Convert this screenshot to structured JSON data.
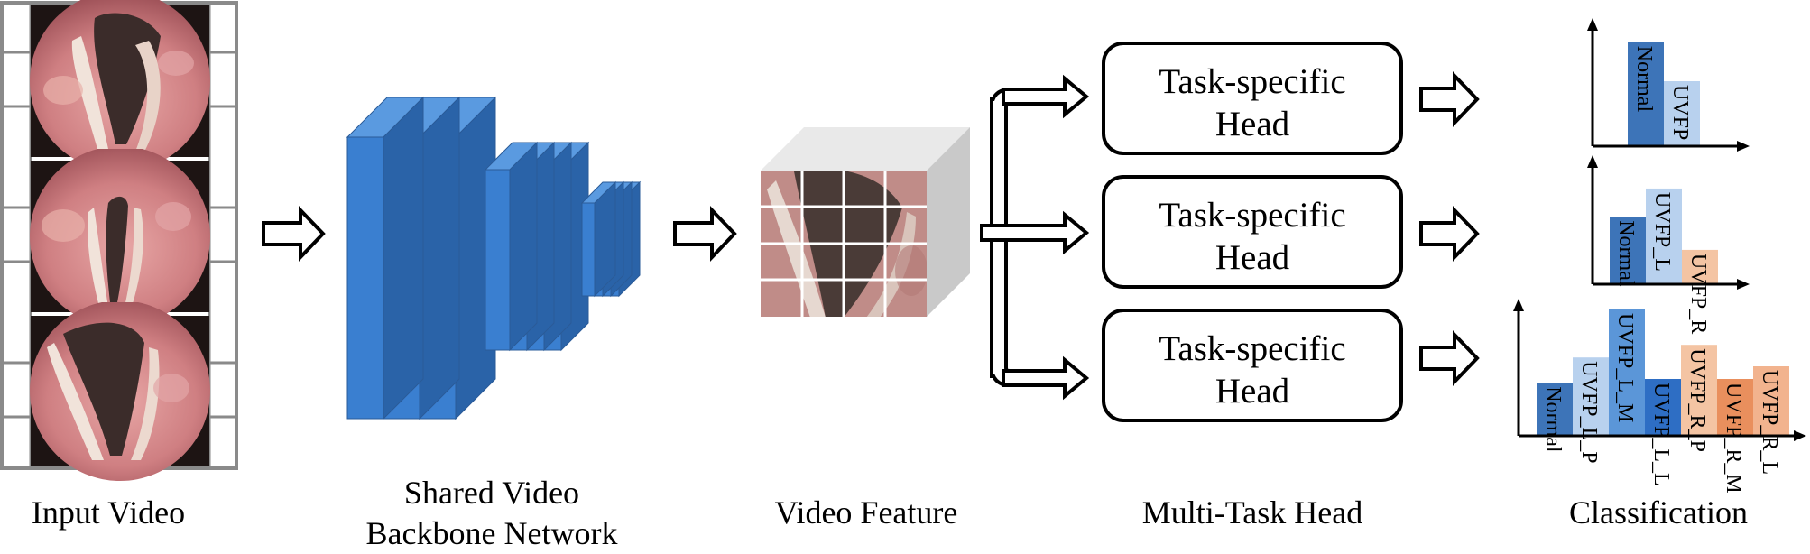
{
  "stages": {
    "input_video": "Input Video",
    "backbone_line1": "Shared Video",
    "backbone_line2": "Backbone Network",
    "video_feature": "Video Feature",
    "multi_task_head": "Multi-Task Head",
    "classification": "Classification"
  },
  "heads": [
    {
      "line1": "Task-specific",
      "line2": "Head"
    },
    {
      "line1": "Task-specific",
      "line2": "Head"
    },
    {
      "line1": "Task-specific",
      "line2": "Head"
    }
  ],
  "colors": {
    "conv_front": "#3a7fd0",
    "conv_side": "#2a63a8",
    "conv_top": "#5a9ae0",
    "bar_dark_blue": "#3d74b8",
    "bar_light_blue": "#b8d1ee",
    "bar_mid_blue": "#5b96d8",
    "bar_royal_blue": "#2e6ec4",
    "bar_light_orange": "#f4c4a3",
    "bar_mid_orange": "#e98f5d",
    "bar_orange": "#f2b38e",
    "tissue": "#c97c80",
    "glottis": "#3b2c2a"
  },
  "chart_data": [
    {
      "type": "bar",
      "categories": [
        "Normal",
        "UVFP"
      ],
      "values": [
        0.72,
        0.45
      ],
      "colors": [
        "#3d74b8",
        "#b8d1ee"
      ]
    },
    {
      "type": "bar",
      "categories": [
        "Normal",
        "UVFP_L",
        "UVFP_R"
      ],
      "values": [
        0.55,
        0.78,
        0.28
      ],
      "colors": [
        "#3d74b8",
        "#b8d1ee",
        "#f4c4a3"
      ]
    },
    {
      "type": "bar",
      "categories": [
        "Normal",
        "UVFP_L_P",
        "UVFP_L_M",
        "UVFP_L_L",
        "UVFP_R_P",
        "UVFP_R_M",
        "UVFP_R_L"
      ],
      "values": [
        0.42,
        0.62,
        1.0,
        0.45,
        0.72,
        0.45,
        0.55
      ],
      "colors": [
        "#3d74b8",
        "#b8d1ee",
        "#5b96d8",
        "#2e6ec4",
        "#f4c4a3",
        "#e98f5d",
        "#f2b38e"
      ]
    }
  ]
}
